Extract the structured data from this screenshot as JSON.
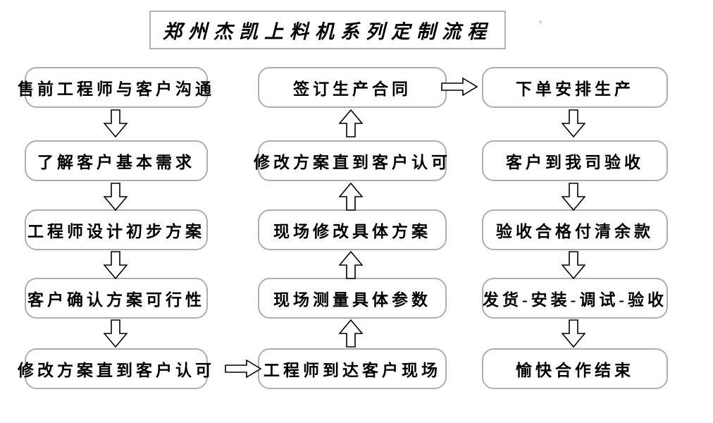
{
  "title": "郑州杰凯上料机系列定制流程",
  "colors": {
    "background": "#ffffff",
    "box_border": "#aeaeae",
    "title_border": "#b3b3b3",
    "text": "#000000",
    "arrow_outline": "#000000",
    "arrow_fill": "#ffffff"
  },
  "flow": {
    "left_column": [
      "售前工程师与客户沟通",
      "了解客户基本需求",
      "工程师设计初步方案",
      "客户确认方案可行性",
      "修改方案直到客户认可"
    ],
    "middle_column_top_to_bottom": [
      "签订生产合同",
      "修改方案直到客户认可",
      "现场修改具体方案",
      "现场测量具体参数",
      "工程师到达客户现场"
    ],
    "right_column": [
      "下单安排生产",
      "客户到我司验收",
      "验收合格付清余款",
      "发货-安装-调试-验收",
      "愉快合作结束"
    ]
  },
  "connectors": {
    "left_column_arrows": "down",
    "middle_column_arrows": "up",
    "right_column_arrows": "down",
    "left_bottom_to_middle_bottom": "right",
    "middle_top_to_right_top": "right"
  }
}
